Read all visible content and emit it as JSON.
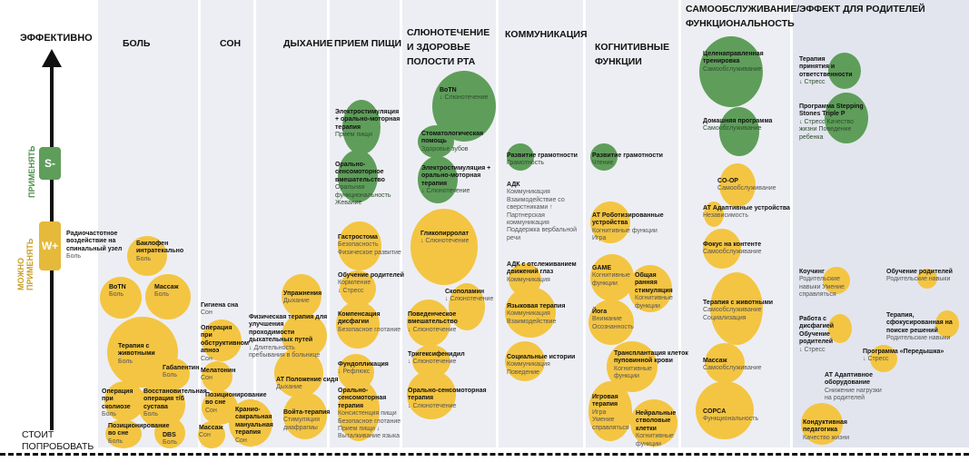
{
  "colors": {
    "column_bg": "#edeef3",
    "last_column_bg": "#e2e5ee",
    "yellow": "#f4c542",
    "green": "#5e9e5a",
    "s_badge": "#5e9e5a",
    "w_badge": "#e5b93a"
  },
  "axis": {
    "top": "ЭФФЕКТИВНО",
    "bottom": "СТОИТ ПОПРОБОВАТЬ",
    "apply": "ПРИМЕНЯТЬ",
    "may_apply": "МОЖНО ПРИМЕНЯТЬ",
    "s_badge": "S-",
    "w_badge": "W+"
  },
  "columns": [
    {
      "id": "pain",
      "label": "БОЛЬ"
    },
    {
      "id": "sleep",
      "label": "СОН"
    },
    {
      "id": "breath",
      "label": "ДЫХАНИЕ"
    },
    {
      "id": "eating",
      "label": "ПРИЕМ ПИЩИ"
    },
    {
      "id": "saliva",
      "label": "СЛЮНОТЕЧЕНИЕ И ЗДОРОВЬЕ ПОЛОСТИ РТА"
    },
    {
      "id": "comm",
      "label": "КОММУНИКАЦИЯ"
    },
    {
      "id": "cog",
      "label": "КОГНИТИВНЫЕ ФУНКЦИИ"
    },
    {
      "id": "self",
      "label": "САМООБСЛУЖИВАНИЕ/ ФУНКЦИОНАЛЬНОСТЬ"
    },
    {
      "id": "parents",
      "label": "ЭФФЕКТ ДЛЯ РОДИТЕЛЕЙ"
    }
  ],
  "items": [
    {
      "title": "Радиочастотное воздействие на спинальный узел",
      "sub": "Боль",
      "color": "none"
    },
    {
      "title": "Баклофен интратекально",
      "sub": "Боль",
      "color": "yellow"
    },
    {
      "title": "BoTN",
      "sub": "Боль",
      "color": "yellow"
    },
    {
      "title": "Массаж",
      "sub": "Боль",
      "color": "yellow"
    },
    {
      "title": "Терапия с животными",
      "sub": "Боль",
      "color": "yellow"
    },
    {
      "title": "Габапентин",
      "sub": "Боль",
      "color": "yellow"
    },
    {
      "title": "Операция при сколиозе",
      "sub": "Боль",
      "color": "yellow"
    },
    {
      "title": "Восстановительная операция т/б сустава",
      "sub": "Боль",
      "color": "yellow"
    },
    {
      "title": "Позиционирование во сне",
      "sub": "Боль",
      "color": "yellow"
    },
    {
      "title": "DBS",
      "sub": "Боль",
      "color": "yellow"
    },
    {
      "title": "Гигиена сна",
      "sub": "Сон",
      "color": "none"
    },
    {
      "title": "Операция при обструктивном апноэ",
      "sub": "Сон",
      "color": "yellow"
    },
    {
      "title": "Мелатонин",
      "sub": "Сон",
      "color": "yellow"
    },
    {
      "title": "Позиционирование во сне",
      "sub": "Сон",
      "color": "yellow"
    },
    {
      "title": "Массаж",
      "sub": "Сон",
      "color": "yellow"
    },
    {
      "title": "Кранио-сакральная мануальная терапия",
      "sub": "Сон",
      "color": "yellow"
    },
    {
      "title": "Физическая терапия для улучшения проходимости дыхательных путей",
      "sub": "↓ Длительность пребывания в больнице",
      "color": "yellow"
    },
    {
      "title": "Упражнения",
      "sub": "Дыхание",
      "color": "yellow"
    },
    {
      "title": "АТ Положение сидя",
      "sub": "Дыхание",
      "color": "yellow"
    },
    {
      "title": "Войта-терапия",
      "sub": "Стимуляция диафрагмы",
      "color": "yellow"
    },
    {
      "title": "Электростимуляция + орально-моторная терапия",
      "sub": "Прием пищи",
      "color": "green"
    },
    {
      "title": "Орально-сенсомоторное вмешательство",
      "sub": "Оральная функциональность Жевание",
      "color": "green"
    },
    {
      "title": "Гастростома",
      "sub": "Безопасность Физическое развитие",
      "color": "yellow"
    },
    {
      "title": "Обучение родителей",
      "sub": "Кормление ↓ Стресс",
      "color": "yellow"
    },
    {
      "title": "Компенсация дисфагии",
      "sub": "Безопасное глотание",
      "color": "yellow"
    },
    {
      "title": "Фундопликация",
      "sub": "↓ Рефлюкс",
      "color": "yellow"
    },
    {
      "title": "Орально-сенсомоторная терапия",
      "sub": "Консистенция пищи Безопасное глотание Прием пищи ↓ Выталкивание языка",
      "color": "yellow"
    },
    {
      "title": "BoTN",
      "sub": "↓ Слюнотечение",
      "color": "green"
    },
    {
      "title": "Стоматологическая помощь",
      "sub": "Здоровье зубов",
      "color": "green"
    },
    {
      "title": "Электростимуляция + орально-моторная терапия",
      "sub": "↓ Слюнотечение",
      "color": "green"
    },
    {
      "title": "Гликопирролат",
      "sub": "↓ Слюнотечение",
      "color": "yellow"
    },
    {
      "title": "Скополамин",
      "sub": "↓ Слюнотечение",
      "color": "yellow"
    },
    {
      "title": "Поведенческое вмешательство",
      "sub": "↓ Слюнотечение",
      "color": "yellow"
    },
    {
      "title": "Тригексифенидил",
      "sub": "↓ Слюнотечение",
      "color": "yellow"
    },
    {
      "title": "Орально-сенсомоторная терапия",
      "sub": "↓ Слюнотечение",
      "color": "yellow"
    },
    {
      "title": "Развитие грамотности",
      "sub": "Грамотность",
      "color": "green"
    },
    {
      "title": "АДК",
      "sub": "Коммуникация Взаимодействие со сверстниками ↑ Партнерская коммуникация Поддержка вербальной речи",
      "color": "none"
    },
    {
      "title": "АДК с отслеживанием движений глаз",
      "sub": "Коммуникация",
      "color": "yellow"
    },
    {
      "title": "Языковая терапия",
      "sub": "Коммуникация Взаимодействие",
      "color": "yellow"
    },
    {
      "title": "Социальные истории",
      "sub": "Коммуникация Поведение",
      "color": "yellow"
    },
    {
      "title": "Развитие грамотности",
      "sub": "Чтение",
      "color": "green"
    },
    {
      "title": "АТ Роботизированные устройства",
      "sub": "Когнитивные функции Игра",
      "color": "yellow"
    },
    {
      "title": "GAME",
      "sub": "Когнитивные функции",
      "color": "yellow"
    },
    {
      "title": "Общая ранняя стимуляция",
      "sub": "Когнитивные функции",
      "color": "yellow"
    },
    {
      "title": "Йога",
      "sub": "Внимание Осознанность",
      "color": "yellow"
    },
    {
      "title": "Трансплантация клеток пуповинной крови",
      "sub": "Когнитивные функции",
      "color": "yellow"
    },
    {
      "title": "Игровая терапия",
      "sub": "Игра Умение справляться",
      "color": "yellow"
    },
    {
      "title": "Нейральные стволовые клетки",
      "sub": "Когнитивные функции",
      "color": "yellow"
    },
    {
      "title": "Целенаправленная тренировка",
      "sub": "Самообслуживание",
      "color": "green"
    },
    {
      "title": "Домашняя программа",
      "sub": "Самообслуживание",
      "color": "green"
    },
    {
      "title": "CO-OP",
      "sub": "Самообслуживание",
      "color": "yellow"
    },
    {
      "title": "АТ Адаптивные устройства",
      "sub": "Независимость",
      "color": "yellow"
    },
    {
      "title": "Фокус на контенте",
      "sub": "Самообслуживание",
      "color": "yellow"
    },
    {
      "title": "Терапия с животными",
      "sub": "Самообслуживание Социализация",
      "color": "yellow"
    },
    {
      "title": "Массаж",
      "sub": "Самообслуживание",
      "color": "yellow"
    },
    {
      "title": "COPCA",
      "sub": "Функциональность",
      "color": "yellow"
    },
    {
      "title": "Терапия принятия и ответственности",
      "sub": "↓ Стресс",
      "color": "green"
    },
    {
      "title": "Программа Stepping Stones Triple P",
      "sub": "↓ Стресс Качество жизни Поведение ребенка",
      "color": "green"
    },
    {
      "title": "Коучинг",
      "sub": "Родительские навыки Умение справляться",
      "color": "yellow"
    },
    {
      "title": "Обучение родителей",
      "sub": "Родительские навыки",
      "color": "yellow"
    },
    {
      "title": "Работа с дисфагией Обучение родителей",
      "sub": "↓ Стресс",
      "color": "yellow"
    },
    {
      "title": "Терапия, сфокусированная на поиске решений",
      "sub": "Родительские навыки",
      "color": "yellow"
    },
    {
      "title": "Программа «Передышка»",
      "sub": "↓ Стресс",
      "color": "yellow"
    },
    {
      "title": "АТ Адаптивное оборудование",
      "sub": "Снижение нагрузки на родителей",
      "color": "none"
    },
    {
      "title": "Кондуктивная педагогика",
      "sub": "Качество жизни",
      "color": "yellow"
    }
  ]
}
